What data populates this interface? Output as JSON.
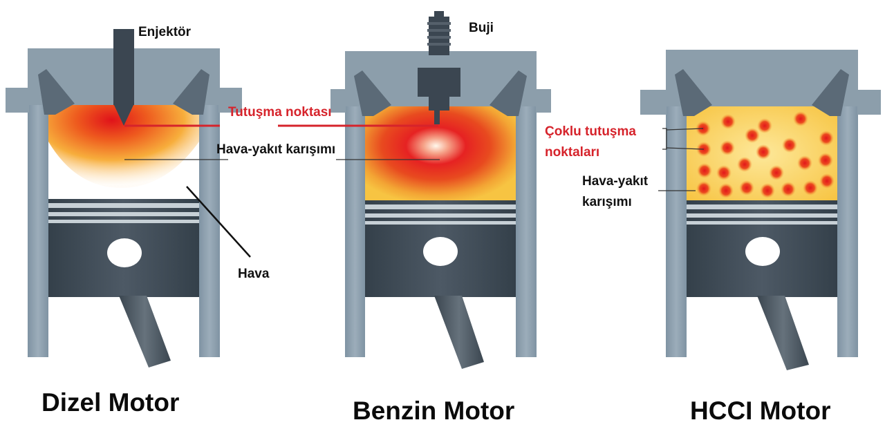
{
  "colors": {
    "wall": "#8c9eab",
    "wall_dark": "#73879a",
    "piston": "#3e4954",
    "piston_light": "#5a6672",
    "ring": "#c7d0d6",
    "rod": "#4b5660",
    "mixture": "#f7c442",
    "flame_red": "#e3171b",
    "label_red": "#d6232b"
  },
  "labels": {
    "injector": "Enjektör",
    "spark_plug": "Buji",
    "ignition_point": "Tutuşma noktası",
    "air_fuel_mixture": "Hava-yakıt karışımı",
    "air": "Hava",
    "multiple_ignition_line1": "Çoklu tutuşma",
    "multiple_ignition_line2": "noktaları",
    "air_fuel_line1": "Hava-yakıt",
    "air_fuel_line2": "karışımı"
  },
  "engines": [
    {
      "title": "Dizel Motor",
      "icon": "diesel-engine-icon"
    },
    {
      "title": "Benzin Motor",
      "icon": "gasoline-engine-icon"
    },
    {
      "title": "HCCI Motor",
      "icon": "hcci-engine-icon"
    }
  ]
}
